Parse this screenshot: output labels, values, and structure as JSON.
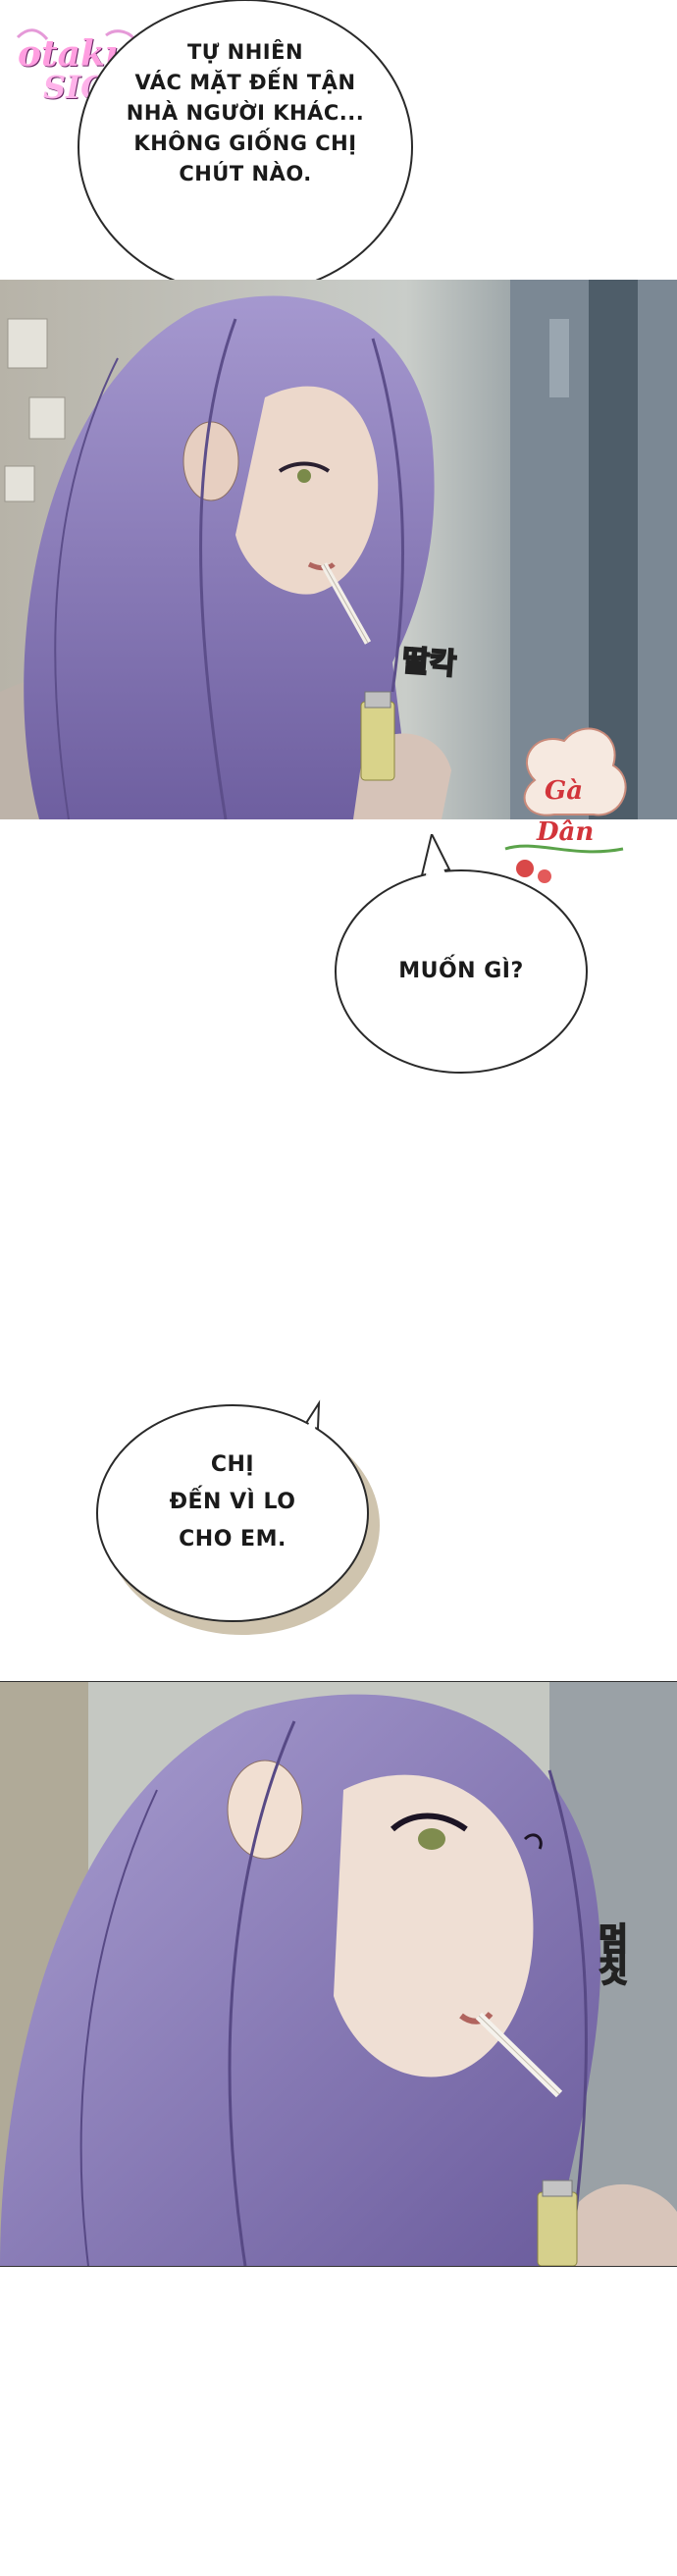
{
  "watermark": {
    "logo_text_line1": "otaku",
    "logo_text_line2": "SIC"
  },
  "bubble1": {
    "lines": [
      "TỰ NHIÊN",
      "VÁC MẶT ĐẾN TẬN",
      "NHÀ NGƯỜI KHÁC...",
      "KHÔNG GIỐNG CHỊ",
      "CHÚT NÀO."
    ]
  },
  "panel1": {
    "sfx": "딸칵"
  },
  "stamp": {
    "text_line1": "Gà",
    "text_line2": "Dân"
  },
  "bubble2": {
    "lines": [
      "MUỐN GÌ?"
    ]
  },
  "bubble3": {
    "lines": [
      "CHỊ",
      "ĐẾN VÌ LO",
      "CHO EM."
    ]
  },
  "panel2": {
    "sfx": "멈칫"
  },
  "colors": {
    "hair": "#8c7bbf",
    "skin": "#e8d4c6",
    "background_panel": "#c7cbc6",
    "bubble_border": "#2a2a2a"
  }
}
